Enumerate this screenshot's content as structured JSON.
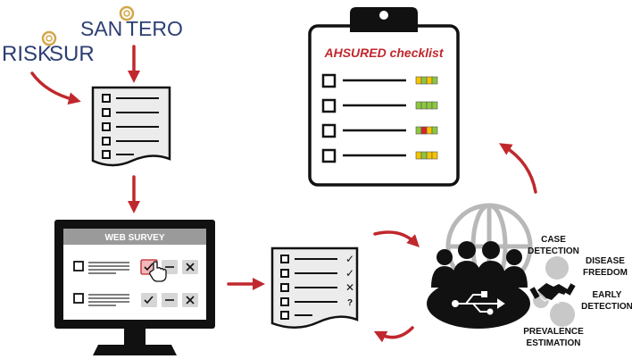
{
  "logos": {
    "risksur": {
      "part1": "RISK",
      "part2": "SUR"
    },
    "santero": {
      "part1": "SAN",
      "part2": "TERO"
    }
  },
  "checklist": {
    "title": "AHSURED checklist"
  },
  "survey": {
    "title": "WEB SURVEY",
    "answers": [
      "✓",
      "✓",
      "✕",
      "?"
    ]
  },
  "objectives": {
    "case_detection": [
      "CASE",
      "DETECTION"
    ],
    "disease_freedom": [
      "DISEASE",
      "FREEDOM"
    ],
    "early_detection": [
      "EARLY",
      "DETECTION"
    ],
    "prevalence_estimation": [
      "PREVALENCE",
      "ESTIMATION"
    ]
  },
  "colors": {
    "arrow_red": "#c0282d",
    "logo_blue": "#2c3e73",
    "logo_gold": "#d4a64a",
    "rating_green": "#8dc63f",
    "rating_yellow": "#f5c400",
    "rating_red": "#d9232d"
  },
  "checklist_ratings": [
    [
      "yellow",
      "green",
      "yellow",
      "green"
    ],
    [
      "green",
      "green",
      "green",
      "green"
    ],
    [
      "green",
      "red",
      "yellow",
      "green"
    ],
    [
      "yellow",
      "green",
      "yellow",
      "yellow"
    ]
  ]
}
